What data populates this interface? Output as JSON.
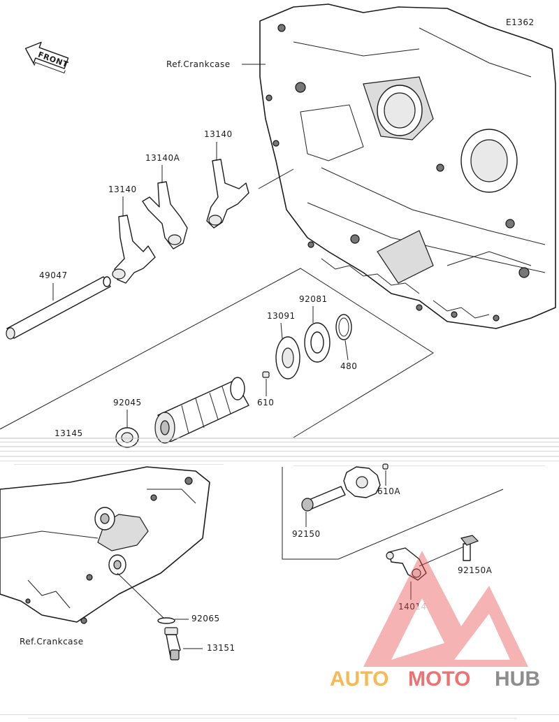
{
  "diagram_code": "E1362",
  "front_label": "FRONT",
  "watermark": {
    "word_part1": "AUTO",
    "word_part2": "MOTO",
    "word_part3": "HUB",
    "color_orange": "#f5a623",
    "color_red": "#e84c4c",
    "color_gray": "#6e6e6e"
  },
  "refs": {
    "crankcase_top": "Ref.Crankcase",
    "crankcase_bottom": "Ref.Crankcase"
  },
  "parts": {
    "p13140_a": "13140",
    "p13140a": "13140A",
    "p13140_b": "13140",
    "p49047": "49047",
    "p13091": "13091",
    "p92081": "92081",
    "p480": "480",
    "p610": "610",
    "p92045": "92045",
    "p13145": "13145",
    "p610a": "610A",
    "p92150": "92150",
    "p92150a": "92150A",
    "p14014": "14014",
    "p92065": "92065",
    "p13151": "13151"
  }
}
